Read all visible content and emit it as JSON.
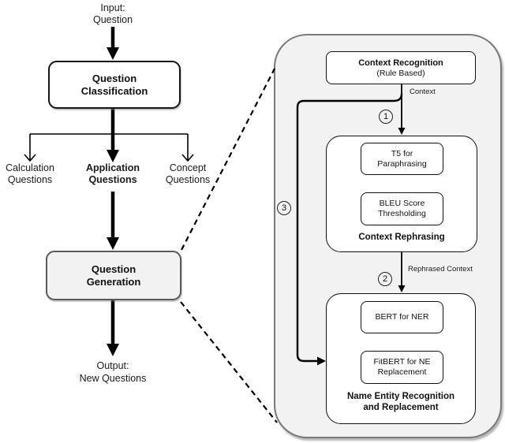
{
  "left_flow": {
    "input": "Input:\nQuestion",
    "classification": "Question\nClassification",
    "branch_calculation": "Calculation\nQuestions",
    "branch_application": "Application\nQuestions",
    "branch_concept": "Concept\nQuestions",
    "generation": "Question\nGeneration",
    "output": "Output:\nNew Questions"
  },
  "panel": {
    "recognition_title": "Context Recognition",
    "recognition_subtitle": "(Rule Based)",
    "context_label": "Context",
    "step_1": "1",
    "step_2": "2",
    "step_3": "3",
    "rephrasing_t5": "T5 for\nParaphrasing",
    "rephrasing_bleu": "BLEU Score\nThresholding",
    "rephrasing_label": "Context Rephrasing",
    "rephrased_label": "Rephrased Context",
    "ner_bert": "BERT for NER",
    "ner_fitbert": "FitBERT for NE\nReplacement",
    "ner_label": "Name Entity Recognition\nand Replacement"
  },
  "colors": {
    "background": "#ffffff",
    "panel_fill": "#f2f2f2",
    "panel_border": "#7a7a7a",
    "node_fill": "#ffffff",
    "gray_node_fill": "#f2f2f2",
    "line": "#000000",
    "text": "#111111"
  }
}
